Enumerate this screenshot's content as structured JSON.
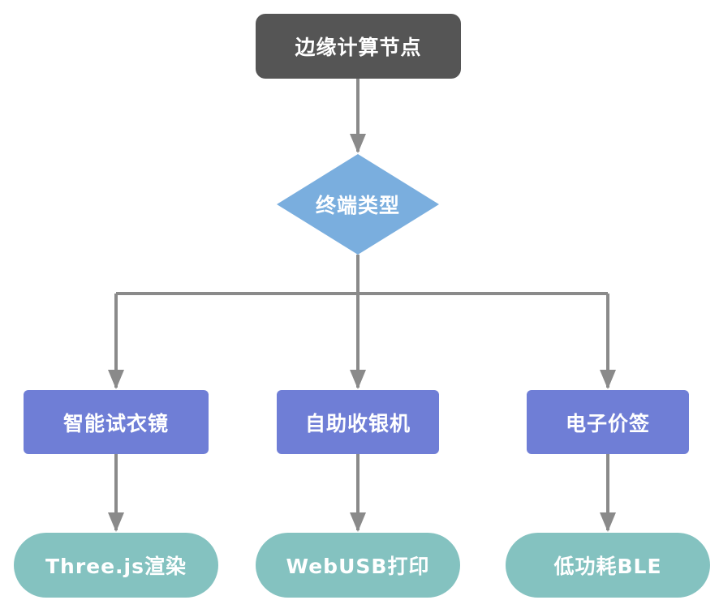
{
  "root": {
    "label": "边缘计算节点"
  },
  "decision": {
    "label": "终端类型"
  },
  "branches": [
    {
      "process": "智能试衣镜",
      "result": "Three.js渲染"
    },
    {
      "process": "自助收银机",
      "result": "WebUSB打印"
    },
    {
      "process": "电子价签",
      "result": "低功耗BLE"
    }
  ],
  "colors": {
    "root": "#555555",
    "decision": "#7aaede",
    "process": "#6f7ed6",
    "terminal": "#84c2c0",
    "connector": "#8a8a8a",
    "text": "#ffffff"
  }
}
